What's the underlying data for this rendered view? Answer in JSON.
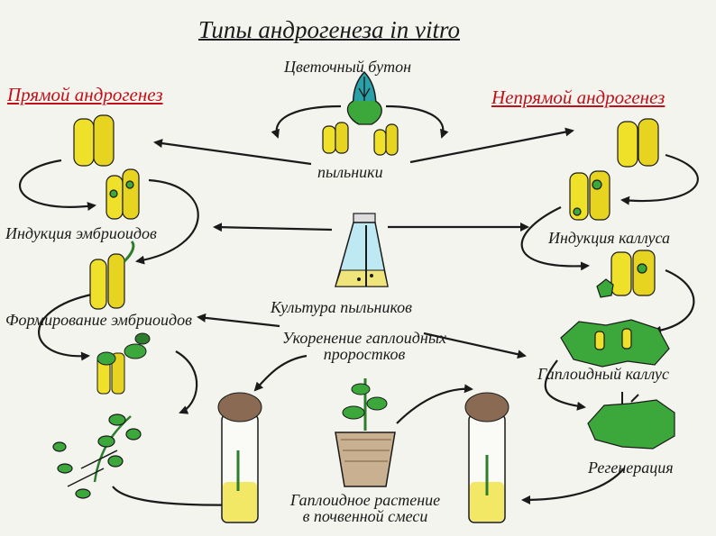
{
  "title": "Типы андрогенеза in vitro",
  "flower_bud": "Цветочный бутон",
  "direct": "Прямой андрогенез",
  "indirect": "Непрямой андрогенез",
  "anthers": "пыльники",
  "embryoid_induction": "Индукция эмбриоидов",
  "callus_induction": "Индукция каллуса",
  "anther_culture": "Культура пыльников",
  "embryoid_formation": "Формирование эмбриоидов",
  "rooting_line1": "Укоренение гаплоидных",
  "rooting_line2": "проростков",
  "haploid_callus": "Гаплоидный каллус",
  "regeneration": "Регенерация",
  "soil_plant_line1": "Гаплоидное растение",
  "soil_plant_line2": "в почвенной смеси",
  "colors": {
    "red_label": "#c0101a",
    "anther_yellow": "#efe12a",
    "leaf_green": "#3ca83c",
    "medium_yellow": "#f2e866"
  }
}
